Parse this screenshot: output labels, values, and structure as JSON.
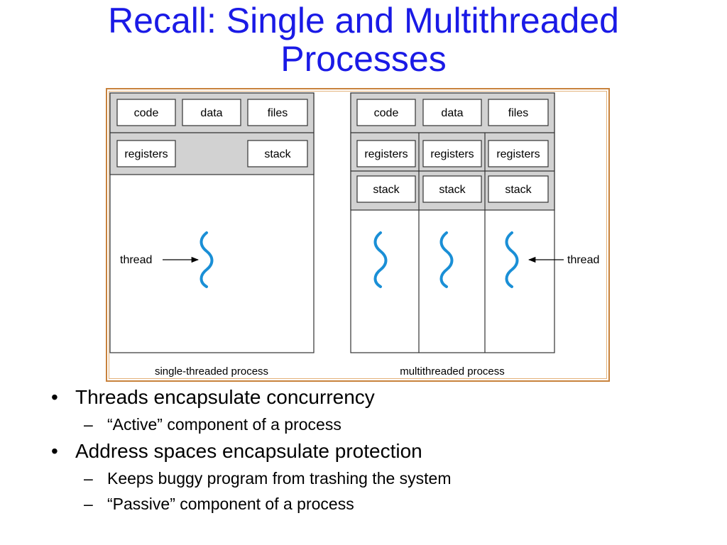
{
  "slide": {
    "title_line1": "Recall: Single and Multithreaded",
    "title_line2": "Processes"
  },
  "diagram": {
    "single": {
      "shared": [
        "code",
        "data",
        "files"
      ],
      "registers": "registers",
      "stack": "stack",
      "thread_label": "thread",
      "caption": "single-threaded process"
    },
    "multi": {
      "shared": [
        "code",
        "data",
        "files"
      ],
      "registers": [
        "registers",
        "registers",
        "registers"
      ],
      "stacks": [
        "stack",
        "stack",
        "stack"
      ],
      "thread_label": "thread",
      "caption": "multithreaded process"
    },
    "colors": {
      "shaded_band": "#d2d2d2",
      "thread_wave": "#1a8fd6",
      "border": "#c8823c"
    },
    "icons": {
      "thread": "wavy-line-icon",
      "pointer": "arrow-icon"
    }
  },
  "bullets": [
    {
      "text": "Threads encapsulate concurrency",
      "subs": [
        "“Active” component of a process"
      ]
    },
    {
      "text": "Address spaces encapsulate protection",
      "subs": [
        "Keeps buggy program from trashing the system",
        "“Passive” component of a process"
      ]
    }
  ]
}
